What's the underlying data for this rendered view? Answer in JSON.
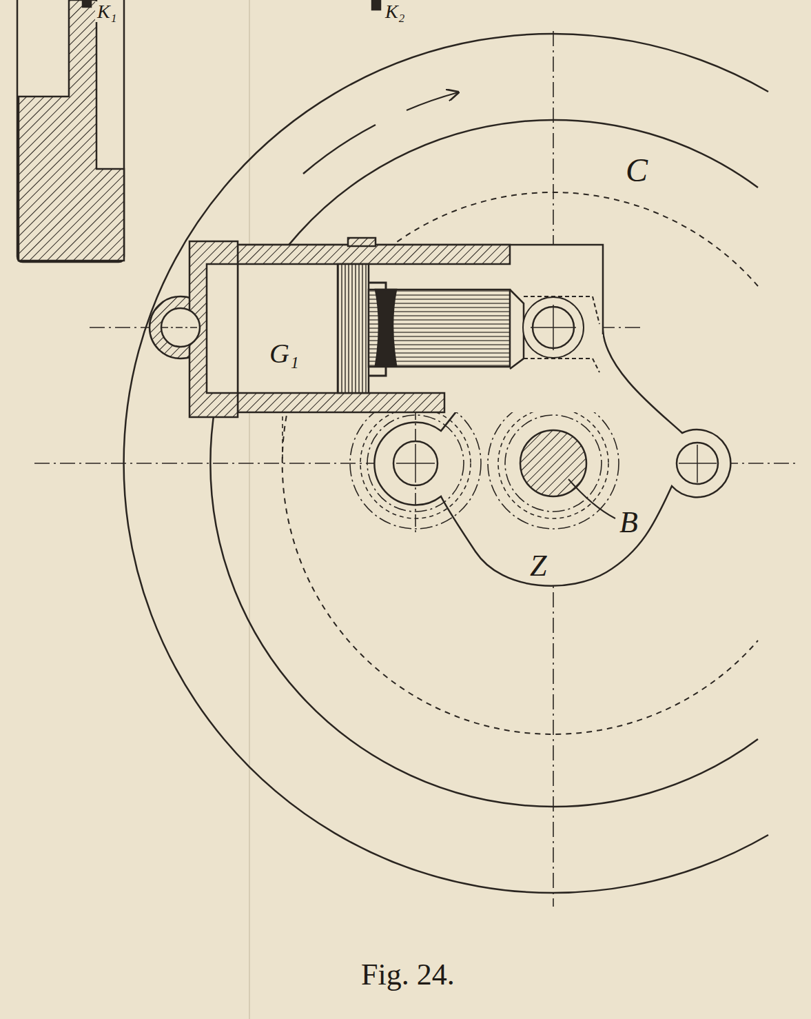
{
  "diagram": {
    "caption": "Fig. 24.",
    "labels": [
      "K₁",
      "K₂",
      "C",
      "G₁",
      "Z",
      "B"
    ]
  }
}
